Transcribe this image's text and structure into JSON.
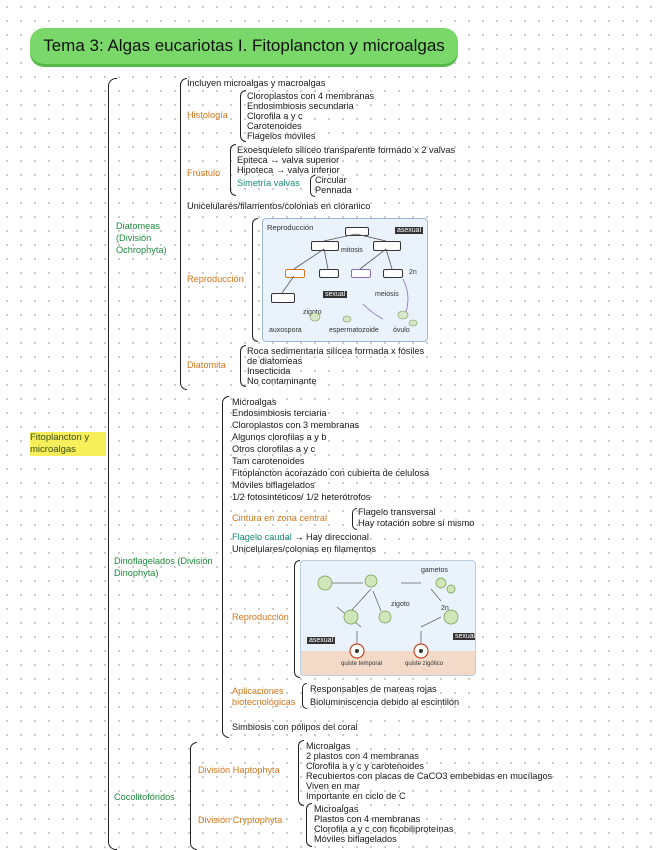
{
  "title": "Tema 3: Algas eucariotas I. Fitoplancton y microalgas",
  "root": "Fitoplancton y microalgas",
  "diatomeas": {
    "label": "Diatomeas (División Ochrophyta)",
    "intro": "Incluyen microalgas y macroalgas",
    "histologia": {
      "label": "Histología",
      "items": [
        "Cloroplastos con 4 membranas",
        "Endosimbiosis secundaria",
        "Clorofila a y c",
        "Carotenoides",
        "Flagelos móviles"
      ]
    },
    "frustulo": {
      "label": "Frústulo",
      "items": [
        "Exoesqueleto silíceo transparente formado x 2 valvas",
        "Epiteca → valva superior",
        "Hipoteca → valva inferior"
      ],
      "epiteca": "Epiteca",
      "hipoteca": "Hipoteca",
      "simetria": "Simetría valvas",
      "simetria_items": [
        "Circular",
        "Pennada"
      ]
    },
    "unicelulares": "Unicelulares/filamentos/colonias en cloranico",
    "reproduccion": {
      "label": "Reproducción",
      "fig_title": "Reproducción",
      "fig_labels": [
        "asexual",
        "sexual",
        "mitosis",
        "2n",
        "meiosis",
        "zigoto",
        "auxospora",
        "espermatozoide",
        "óvulo"
      ]
    },
    "diatomita": {
      "label": "Diatomita",
      "items": [
        "Roca sedimentaria silícea formada x fósiles",
        "de diatomeas",
        "Insecticida",
        "No contaminante"
      ]
    }
  },
  "dinoflagelados": {
    "label": "Dinoflagelados (División Dinophyta)",
    "items": [
      "Microalgas",
      "Endosimbiosis terciaria",
      "Cloroplastos con 3 membranas",
      "Algunos clorofilas a y b",
      "Otros clorofilas a y c",
      "Tam carotenoides",
      "Fitoplancton acorazado con cubierta de celulosa",
      "Móviles biflagelados",
      "1/2 fotosintéticos/ 1/2 heterótrofos"
    ],
    "cintura": {
      "label": "Cintura en zona central",
      "items": [
        "Flagelo transversal",
        "Hay rotación sobre sí mismo"
      ]
    },
    "flagelo_caudal": "Flagelo caudal",
    "flagelo_caudal_rest": " → Hay direccional",
    "unicelulares": "Unicelulares/colonias en filamentos",
    "reproduccion": {
      "label": "Reproducción",
      "fig_labels": [
        "gametos",
        "sexual",
        "asexual",
        "zigoto",
        "2n",
        "quiste temporal",
        "quiste zigótico"
      ]
    },
    "aplicaciones": {
      "label": "Aplicaciones biotecnológicas",
      "items": [
        "Responsables de mareas rojas",
        "Bioluminiscencia debido al escintilón"
      ]
    },
    "simbiosis": "Simbiosis con pólipos del coral"
  },
  "cocolitoforidos": {
    "label": "Cocolitofóridos",
    "haptophyta": {
      "label": "División Haptophyta",
      "items": [
        "Microalgas",
        "2 plastos con 4 membranas",
        "Clorofila a y c y carotenoides",
        "Recubiertos con placas de CaCO3 embebidas en mucílagos",
        "Viven en mar",
        "Importante en ciclo de C"
      ]
    },
    "cryptophyta": {
      "label": "División Cryptophyta",
      "items": [
        "Microalgas",
        "Plastos con 4 membranas",
        "Clorofila a y c con ficobiliproteínas",
        "Móviles biflagelados"
      ]
    }
  }
}
